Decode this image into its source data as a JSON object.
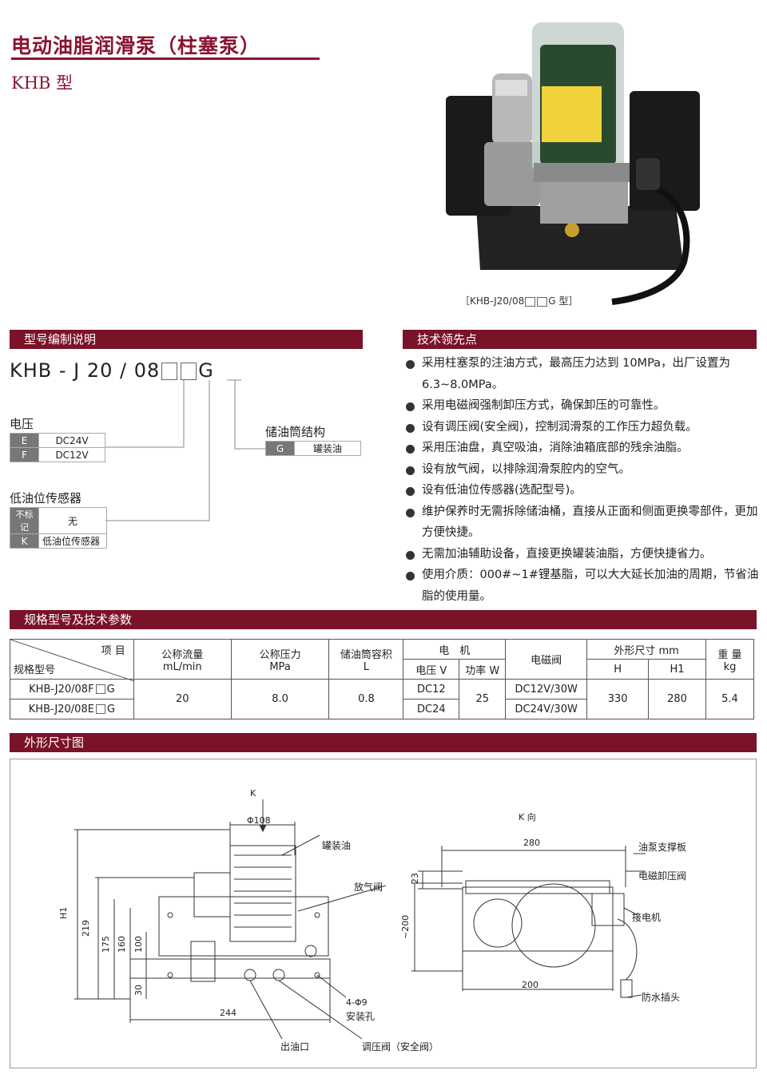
{
  "header": {
    "title": "电动油脂润滑泵（柱塞泵）",
    "subtitle": "KHB 型"
  },
  "photo": {
    "caption_pre": "［KHB-J20/08",
    "caption_post": "G 型］"
  },
  "sections": {
    "model_code": "型号编制说明",
    "tech": "技术领先点",
    "specs": "规格型号及技术参数",
    "dims": "外形尺寸图"
  },
  "model": {
    "code_pre": "KHB - J 20 / 08",
    "code_post": "G",
    "voltage_title": "电压",
    "voltage": [
      {
        "key": "E",
        "value": "DC24V"
      },
      {
        "key": "F",
        "value": "DC12V"
      }
    ],
    "sensor_title": "低油位传感器",
    "sensor": [
      {
        "key": "不标记",
        "value": "无"
      },
      {
        "key": "K",
        "value": "低油位传感器"
      }
    ],
    "reservoir_title": "储油筒结构",
    "reservoir": {
      "key": "G",
      "value": "罐装油"
    }
  },
  "features": [
    "采用柱塞泵的注油方式，最高压力达到 10MPa，出厂设置为 6.3~8.0MPa。",
    "采用电磁阀强制卸压方式，确保卸压的可靠性。",
    "设有调压阀(安全阀)，控制润滑泵的工作压力超负载。",
    "采用压油盘，真空吸油，消除油箱底部的残余油脂。",
    "设有放气阀，以排除润滑泵腔内的空气。",
    "设有低油位传感器(选配型号)。",
    "维护保养时无需拆除储油桶，直接从正面和侧面更换零部件，更加方便快捷。",
    "无需加油辅助设备，直接更换罐装油脂，方便快捷省力。",
    "使用介质：000#~1#锂基脂，可以大大延长加油的周期，节省油脂的使用量。"
  ],
  "spec_table": {
    "corner_item": "项 目",
    "corner_model": "规格型号",
    "flow": "公称流量",
    "flow_unit": "mL/min",
    "pressure": "公称压力",
    "pressure_unit": "MPa",
    "capacity": "储油筒容积",
    "capacity_unit": "L",
    "motor": "电　机",
    "voltage": "电压 V",
    "power": "功率 W",
    "valve": "电磁阀",
    "dims": "外形尺寸 mm",
    "h": "H",
    "h1": "H1",
    "weight": "重 量",
    "weight_unit": "kg",
    "rows": [
      {
        "model_pre": "KHB-J20/08F",
        "model_post": "G",
        "voltage": "DC12",
        "valve": "DC12V/30W"
      },
      {
        "model_pre": "KHB-J20/08E",
        "model_post": "G",
        "voltage": "DC24",
        "valve": "DC24V/30W"
      }
    ],
    "shared": {
      "flow": "20",
      "pressure": "8.0",
      "capacity": "0.8",
      "power": "25",
      "h": "330",
      "h1": "280",
      "weight": "5.4"
    }
  },
  "drawing": {
    "k": "K",
    "k_view": "K 向",
    "phi108": "Φ108",
    "can_oil": "罐装油",
    "vent": "放气阀",
    "h1": "H1",
    "d219": "219",
    "d175": "175",
    "d160": "160",
    "d100": "100",
    "d30": "30",
    "holes": "4-Φ9",
    "holes_label": "安装孔",
    "d244": "244",
    "outlet": "出油口",
    "regulator": "调压阀（安全阀）",
    "d280": "280",
    "d23": "23",
    "d200v": "~200",
    "d200": "200",
    "support": "油泵支撑板",
    "solenoid": "电磁卸压阀",
    "motor": "接电机",
    "plug": "防水插头"
  }
}
